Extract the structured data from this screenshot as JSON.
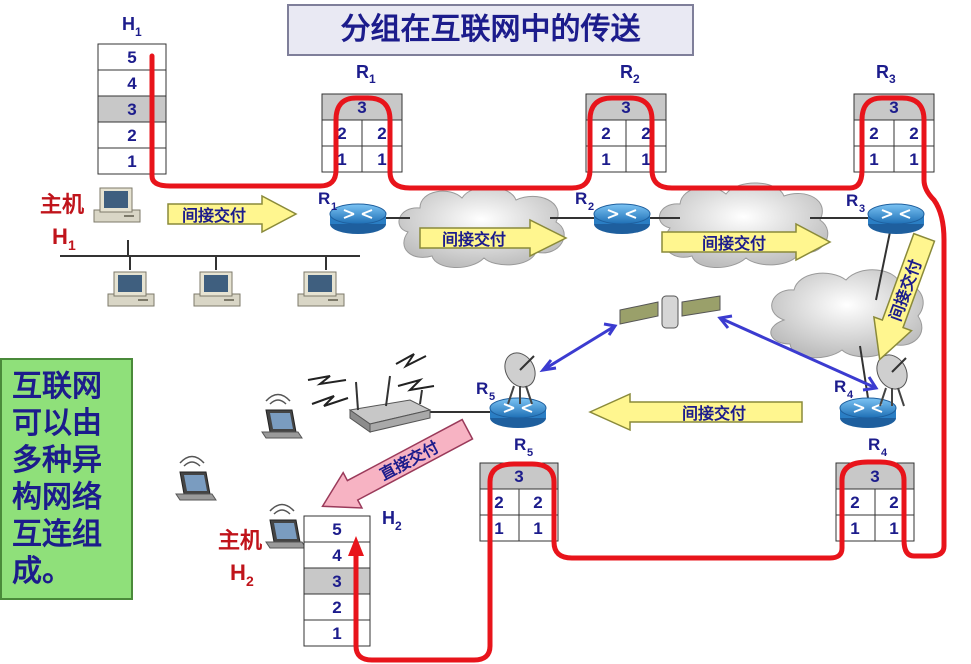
{
  "title": "分组在互联网中的传送",
  "note_lines": [
    "互联网",
    "可以由",
    "多种异",
    "构网络",
    "互连组",
    "成。"
  ],
  "host1": {
    "label_text": "主机",
    "label_id": "H",
    "label_sub": "1",
    "stack_label": "H",
    "stack_sub": "1",
    "layers": [
      "5",
      "4",
      "3",
      "2",
      "1"
    ]
  },
  "host2": {
    "label_text": "主机",
    "label_id": "H",
    "label_sub": "2",
    "stack_label": "H",
    "stack_sub": "2",
    "layers": [
      "5",
      "4",
      "3",
      "2",
      "1"
    ]
  },
  "routers": [
    {
      "id": "R",
      "sub": "1",
      "table_top": "3",
      "table_rows": [
        [
          "2",
          "2"
        ],
        [
          "1",
          "1"
        ]
      ]
    },
    {
      "id": "R",
      "sub": "2",
      "table_top": "3",
      "table_rows": [
        [
          "2",
          "2"
        ],
        [
          "1",
          "1"
        ]
      ]
    },
    {
      "id": "R",
      "sub": "3",
      "table_top": "3",
      "table_rows": [
        [
          "2",
          "2"
        ],
        [
          "1",
          "1"
        ]
      ]
    },
    {
      "id": "R",
      "sub": "4",
      "table_top": "3",
      "table_rows": [
        [
          "2",
          "2"
        ],
        [
          "1",
          "1"
        ]
      ]
    },
    {
      "id": "R",
      "sub": "5",
      "table_top": "3",
      "table_rows": [
        [
          "2",
          "2"
        ],
        [
          "1",
          "1"
        ]
      ]
    }
  ],
  "arrows": {
    "indirect_1": "间接交付",
    "indirect_2": "间接交付",
    "indirect_3": "间接交付",
    "indirect_4": "间接交付",
    "indirect_5": "间接交付",
    "direct": "直接交付"
  },
  "colors": {
    "path": "#e8141b",
    "title_text": "#1c1c8c",
    "host_label": "#c0141b",
    "arrow_fill": "#fff68f",
    "direct_arrow_fill": "#f7b3c3",
    "table_gray": "#c8c8c8",
    "router_blue": "#2a8bd6",
    "satellite_link": "#3b3bd0",
    "note_bg": "#8fe07a"
  }
}
